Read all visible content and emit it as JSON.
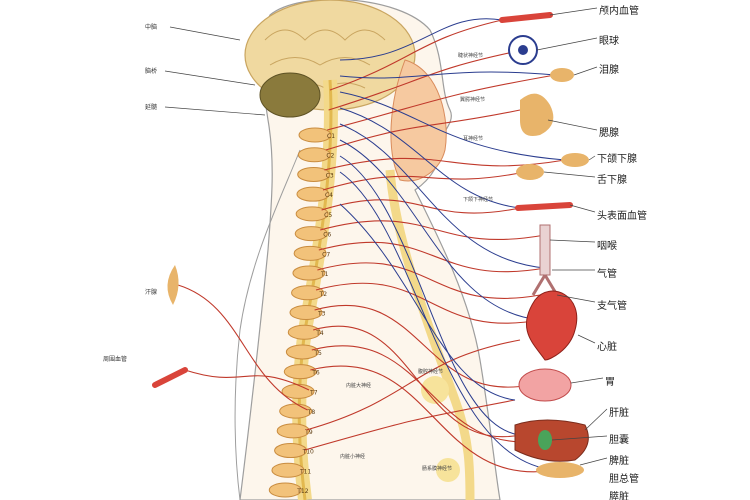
{
  "colors": {
    "background": "#ffffff",
    "nerve_red": "#c0392b",
    "nerve_blue": "#2b3d8f",
    "spinal_cord": "#f3d98a",
    "vertebra": "#f2c27a",
    "skin_outline": "#9e9e9e",
    "brain": "#f0d9a0",
    "organ_red": "#d9443a",
    "gland_tan": "#e8b46a"
  },
  "labels_right": [
    "颅内血管",
    "眼球",
    "泪腺",
    "腮腺",
    "下颌下腺",
    "舌下腺",
    "头表面血管",
    "咽喉",
    "气管",
    "支气管",
    "心脏",
    "胃",
    "肝脏",
    "胆囊",
    "脾脏",
    "胆总管",
    "膵脏"
  ],
  "labels_left": [
    "中脑",
    "脑桥",
    "延髓",
    "汗腺",
    "周围血管"
  ],
  "labels_ganglia": [
    "睫状神经节",
    "翼腭神经节",
    "耳神经节",
    "下颌下神经节",
    "腹腔神经节",
    "内脏大神经",
    "内脏小神经",
    "肠系膜神经节"
  ],
  "vertebra_labels": [
    "C1",
    "C2",
    "C3",
    "C4",
    "C5",
    "C6",
    "C7",
    "T1",
    "T2",
    "T3",
    "T4",
    "T5",
    "T6",
    "T7",
    "T8",
    "T9",
    "T10",
    "T11",
    "T12"
  ],
  "icons": [
    "brain-icon",
    "spinal-cord-icon",
    "heart-icon",
    "stomach-icon",
    "liver-icon",
    "eye-icon",
    "gland-icon",
    "blood-vessel-icon"
  ]
}
